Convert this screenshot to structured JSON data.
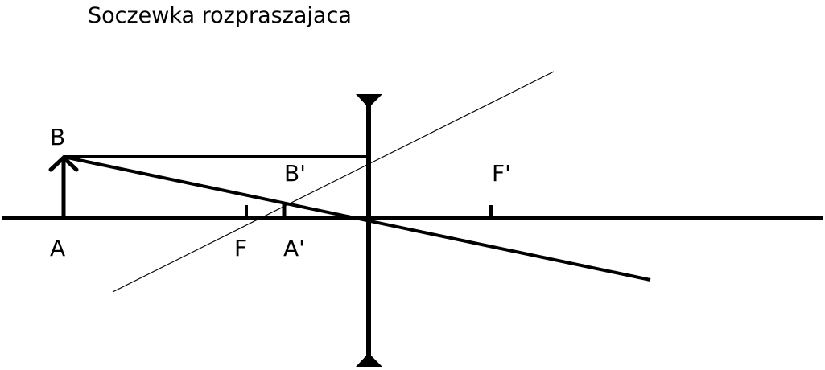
{
  "title": "Soczewka rozpraszajaca",
  "labels": {
    "object_top": "B",
    "object_base": "A",
    "focus_left": "F",
    "image_base": "A'",
    "image_top": "B'",
    "focus_right": "F'"
  }
}
